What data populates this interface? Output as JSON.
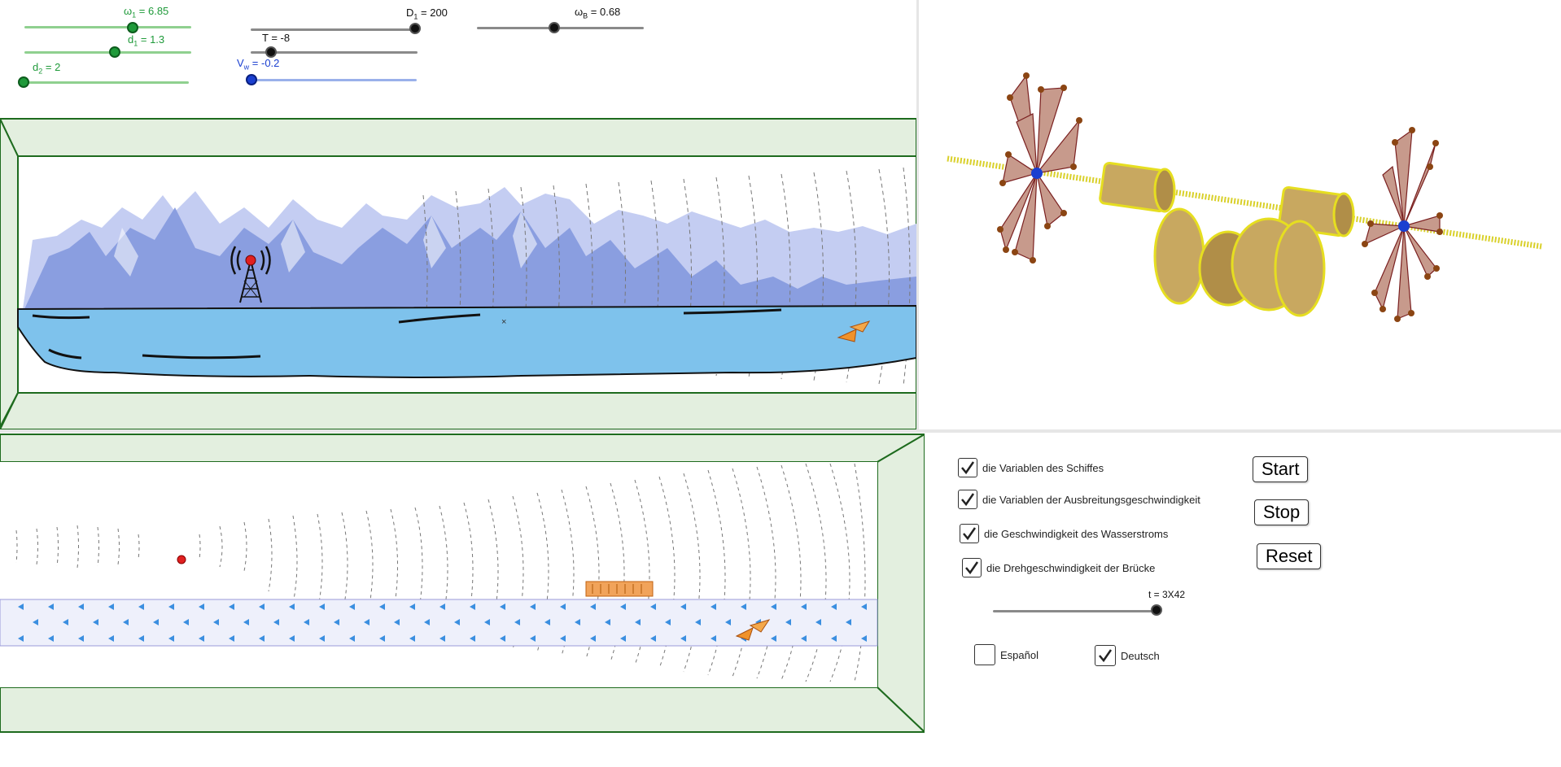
{
  "sliders": {
    "omega1": {
      "label": "ω",
      "sub": "1",
      "value_text": " = 6.85"
    },
    "d1": {
      "label": "d",
      "sub": "1",
      "value_text": " = 1.3"
    },
    "d2": {
      "label": "d",
      "sub": "2",
      "value_text": " = 2"
    },
    "D1": {
      "label": "D",
      "sub": "1",
      "value_text": " = 200"
    },
    "T": {
      "label": "T = -8"
    },
    "Vw": {
      "label": "V",
      "sub": "w",
      "value_text": " = -0.2"
    },
    "omegaB": {
      "label": "ω",
      "sub": "B",
      "value_text": " = 0.68"
    },
    "t": {
      "label": "t = 3X42"
    }
  },
  "checkboxes": [
    {
      "label": "die Variablen des Schiffes",
      "checked": true
    },
    {
      "label": "die Variablen der Ausbreitungsgeschwindigkeit",
      "checked": true
    },
    {
      "label": "die Geschwindigkeit des Wasserstroms",
      "checked": true
    },
    {
      "label": "die Drehgeschwindigkeit der Brücke",
      "checked": true
    }
  ],
  "languages": [
    {
      "label": "Español",
      "checked": false
    },
    {
      "label": "Deutsch",
      "checked": true
    }
  ],
  "buttons": {
    "start": "Start",
    "stop": "Stop",
    "reset": "Reset"
  },
  "colors": {
    "green": "#1f9a3a",
    "frame": "#1e6b1e",
    "frame_fill": "#e3efdf",
    "water": "#7ec2ec",
    "mountain": "#8a9ee0",
    "strip": "#eef0fb",
    "arrow": "#3b8fe0",
    "wood": "#c8a860",
    "sail": "#c79a8c"
  }
}
